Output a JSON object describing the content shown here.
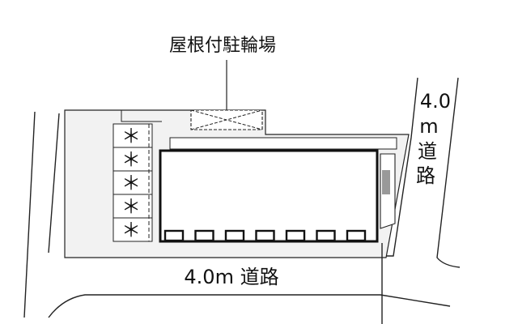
{
  "labels": {
    "bicycle_parking": "屋根付駐輪場",
    "road_bottom": "4.0m 道路",
    "road_right": [
      "4.0",
      "m",
      "道",
      "路"
    ]
  },
  "parking_mark": "＊",
  "parking_slot_count": 5,
  "unit_count": 7,
  "colors": {
    "lot_fill": "#f2f2f2",
    "line": "#222222",
    "building_fill": "#ffffff"
  }
}
